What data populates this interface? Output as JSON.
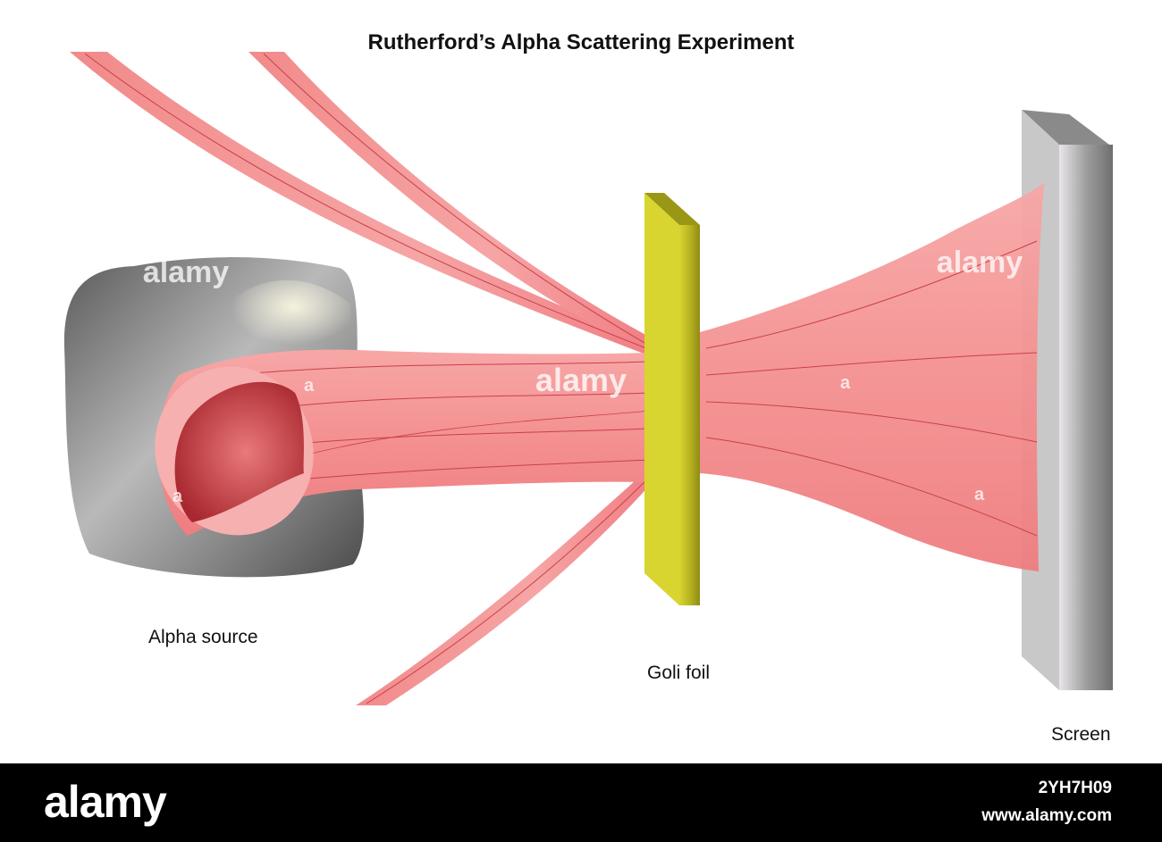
{
  "title": "Rutherford’s Alpha Scattering Experiment",
  "labels": {
    "source": "Alpha source",
    "foil": "Goli foil",
    "screen": "Screen"
  },
  "watermark": {
    "brand": "alamy",
    "mark": "a"
  },
  "footer": {
    "brand": "alamy",
    "image_id": "2YH7H09",
    "url": "www.alamy.com"
  },
  "colors": {
    "beam": "#f28c8c",
    "beam_line": "#c8404a",
    "source_body": "#6f6f6f",
    "foil": "#c8c42a",
    "screen": "#8e8e8e",
    "footer_bg": "#000000"
  }
}
